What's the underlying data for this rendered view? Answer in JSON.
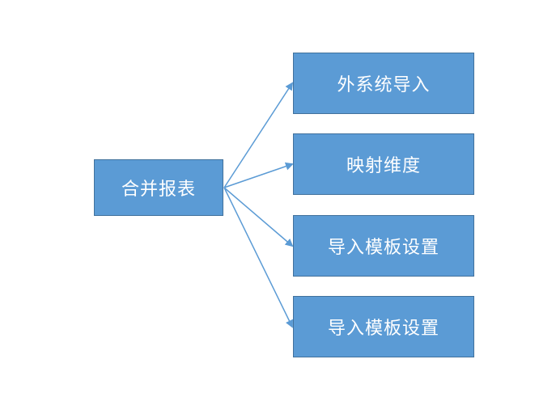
{
  "diagram": {
    "root": {
      "label": "合并报表"
    },
    "children": [
      {
        "label": "外系统导入"
      },
      {
        "label": "映射维度"
      },
      {
        "label": "导入模板设置"
      },
      {
        "label": "导入模板设置"
      }
    ],
    "colors": {
      "node_fill": "#5b9bd5",
      "node_border": "#41719c",
      "node_text": "#ffffff",
      "connector": "#5b9bd5"
    }
  }
}
